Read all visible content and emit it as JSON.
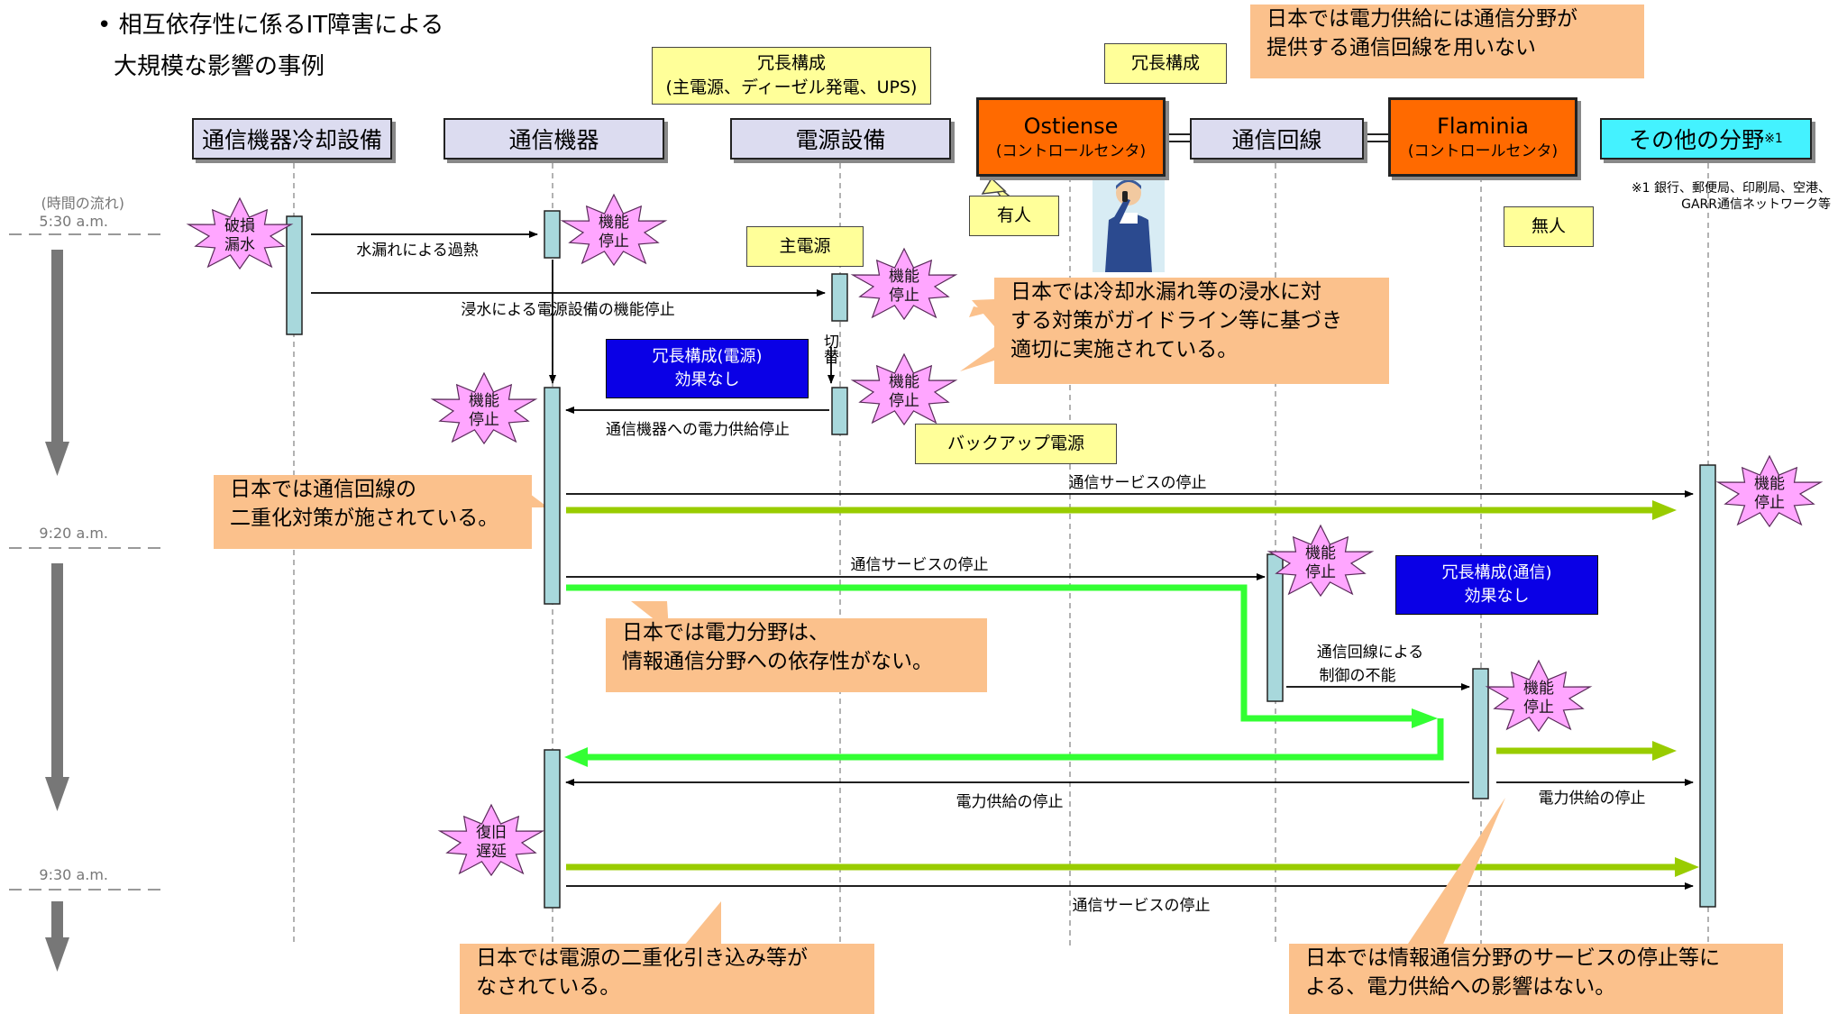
{
  "title": {
    "line1": "• 相互依存性に係るIT障害による",
    "line2": "大規模な影響の事例"
  },
  "lanes": {
    "cooling": "通信機器冷却設備",
    "telecom_equipment": "通信機器",
    "power_equipment": "電源設備",
    "ostiense": "Ostiense",
    "ostiense_sub": "(コントロールセンタ)",
    "comm_line": "通信回線",
    "flaminia": "Flaminia",
    "flaminia_sub": "(コントロールセンタ)",
    "other_sectors": "その他の分野",
    "other_sectors_mark": "※1"
  },
  "footnote": {
    "line1": "※1 銀行、郵便局、印刷局、空港、",
    "line2": "GARR通信ネットワーク等"
  },
  "times": {
    "flow_label": "(時間の流れ)",
    "t1": "5:30 a.m.",
    "t2": "9:20 a.m.",
    "t3": "9:30 a.m."
  },
  "stars": {
    "damage_1": "破損",
    "damage_2": "漏水",
    "stop_1": "機能",
    "stop_2": "停止",
    "recover_1": "復旧",
    "recover_2": "遅延"
  },
  "yellow_notes": {
    "redundancy_power_1": "冗長構成",
    "redundancy_power_2": "(主電源、ディーゼル発電、UPS)",
    "redundancy": "冗長構成",
    "manned": "有人",
    "unmanned": "無人",
    "main_power": "主電源",
    "backup_power": "バックアップ電源"
  },
  "blue_notes": {
    "power_1": "冗長構成(電源)",
    "power_2": "効果なし",
    "comm_1": "冗長構成(通信)",
    "comm_2": "効果なし"
  },
  "orange_notes": {
    "top_1": "日本では電力供給には通信分野が",
    "top_2": "提供する通信回線を用いない",
    "flood_1": "日本では冷却水漏れ等の浸水に対",
    "flood_2": "する対策がガイドライン等に基づき",
    "flood_3": "適切に実施されている。",
    "dual_line_1": "日本では通信回線の",
    "dual_line_2": "二重化対策が施されている。",
    "power_indep_1": "日本では電力分野は、",
    "power_indep_2": "情報通信分野への依存性がない。",
    "dual_power_1": "日本では電源の二重化引き込み等が",
    "dual_power_2": "なされている。",
    "no_impact_1": "日本では情報通信分野のサービスの停止等に",
    "no_impact_2": "よる、電力供給への影響はない。"
  },
  "messages": {
    "leak_overheat": "水漏れによる過熱",
    "flood_power_stop": "浸水による電源設備の機能停止",
    "switch_label": "切替",
    "power_to_telecom_stop": "通信機器への電力供給停止",
    "comm_service_stop": "通信サービスの停止",
    "control_disabled_1": "通信回線による",
    "control_disabled_2": "制御の不能",
    "power_supply_stop": "電力供給の停止"
  },
  "colors": {
    "lane_header": "#dcdcf0",
    "other_header": "#44f2ff",
    "control_center": "#ff6a00",
    "activation": "#a8d8dc",
    "star": "#ffa6ff",
    "note_yellow": "#ffff99",
    "note_orange": "#fbc18c",
    "note_blue": "#0a00e6",
    "arrow_olive": "#99cc00",
    "arrow_green": "#33ff33",
    "time_arrow": "#777777"
  }
}
